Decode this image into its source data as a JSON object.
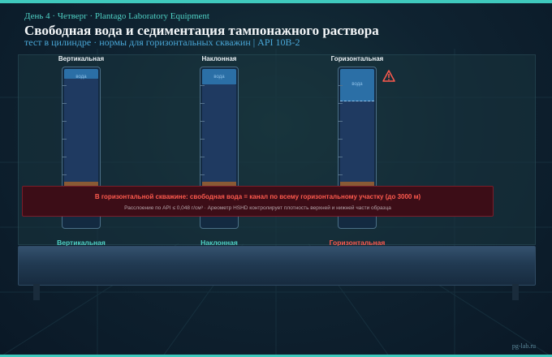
{
  "header": {
    "day": "День 4 · Четверг · Plantago Laboratory Equipment",
    "title": "Свободная вода и седиментация тампонажного раствора",
    "subtitle": "тест в цилиндре · нормы для горизонтальных скважин | API 10B-2"
  },
  "cylinders": [
    {
      "top_label": "Вертикальная",
      "bottom_label": "Вертикальная",
      "bottom_color": "#4fd1c5",
      "water_label": "вода",
      "free_water_fraction": 0.06,
      "warning": false
    },
    {
      "top_label": "Наклонная",
      "bottom_label": "Наклонная",
      "bottom_color": "#4fd1c5",
      "water_label": "вода",
      "free_water_fraction": 0.1,
      "warning": false
    },
    {
      "top_label": "Горизонтальная",
      "bottom_label": "Горизонтальная",
      "bottom_color": "#ff5a4e",
      "water_label": "вода",
      "free_water_fraction": 0.2,
      "warning": true,
      "warning_icon": "warning-triangle-icon"
    }
  ],
  "banner": {
    "main": "В горизонтальной скважине: свободная вода = канал по всему горизонтальному участку (до 3000 м)",
    "sub": "Расслоение по API ≤ 0,048 г/см³ · Ареометр HSHD контролирует плотность верхней и нижней части образца"
  },
  "footer": {
    "site": "pg-lab.ru"
  },
  "colors": {
    "accent": "#3fc9bd",
    "warning": "#ff5a4e",
    "water": "#2b6fa6"
  }
}
